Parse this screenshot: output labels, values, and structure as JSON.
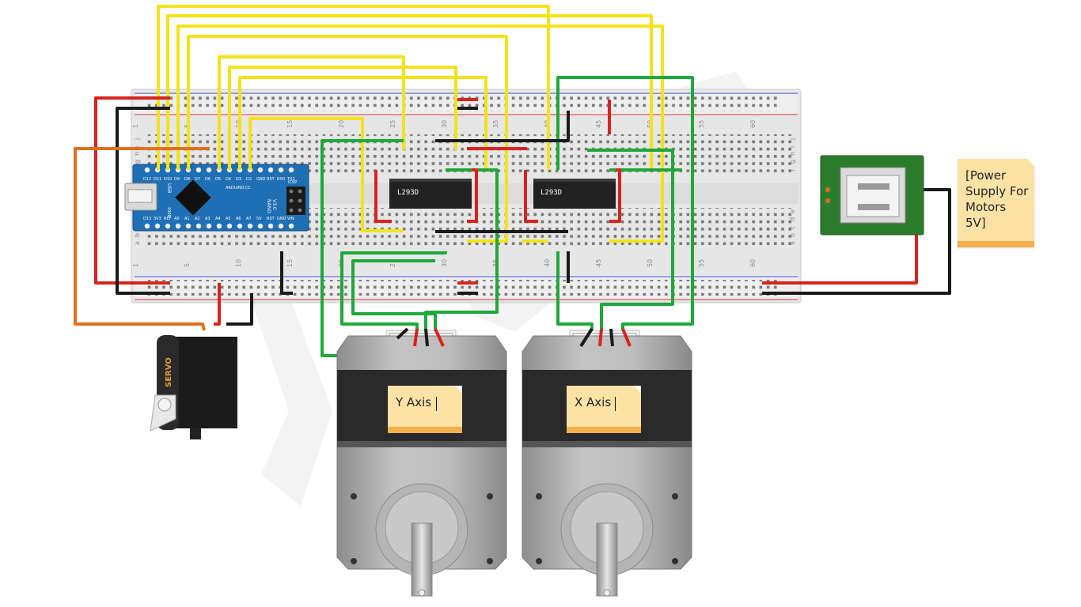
{
  "diagram": {
    "arduino": {
      "brand": "ARDUINO.CC",
      "model": "NANO",
      "version": "V3.0",
      "port": "USB",
      "year": "2008",
      "icsp": "ICSP",
      "top_pins": [
        "D12",
        "D11",
        "D10",
        "D9",
        "D8",
        "D7",
        "D6",
        "D5",
        "D4",
        "D3",
        "D2",
        "GND",
        "RST",
        "RX0",
        "TX1"
      ],
      "bottom_pins": [
        "D13",
        "3V3",
        "REF",
        "A0",
        "A1",
        "A2",
        "A3",
        "A4",
        "A5",
        "A6",
        "A7",
        "5V",
        "RST",
        "GND",
        "VIN"
      ]
    },
    "drivers": [
      {
        "label": "L293D"
      },
      {
        "label": "L293D"
      }
    ],
    "servo": {
      "label": "SERVO"
    },
    "notes": {
      "y_axis": "Y Axis",
      "x_axis": "X Axis",
      "power_supply": "[Power\nSupply For\nMotors\n5V]"
    },
    "breadboard": {
      "column_numbers": [
        "1",
        "5",
        "10",
        "15",
        "20",
        "25",
        "30",
        "35",
        "40",
        "45",
        "50",
        "55",
        "60"
      ],
      "row_letters_top": [
        "j",
        "i",
        "h",
        "g",
        "f"
      ],
      "row_letters_bottom": [
        "e",
        "d",
        "c",
        "b",
        "a"
      ]
    },
    "colors": {
      "wire_yellow": "#f2e21a",
      "wire_green": "#1fa83a",
      "wire_red": "#d8231c",
      "wire_black": "#1a1a1a",
      "wire_orange": "#e0701e",
      "arduino_blue": "#1f6fb5",
      "pcb_green": "#2b7d2b",
      "note_fill": "#fde2a6",
      "note_band": "#f3b04c",
      "motor_gray": "#a7a7a7"
    }
  }
}
